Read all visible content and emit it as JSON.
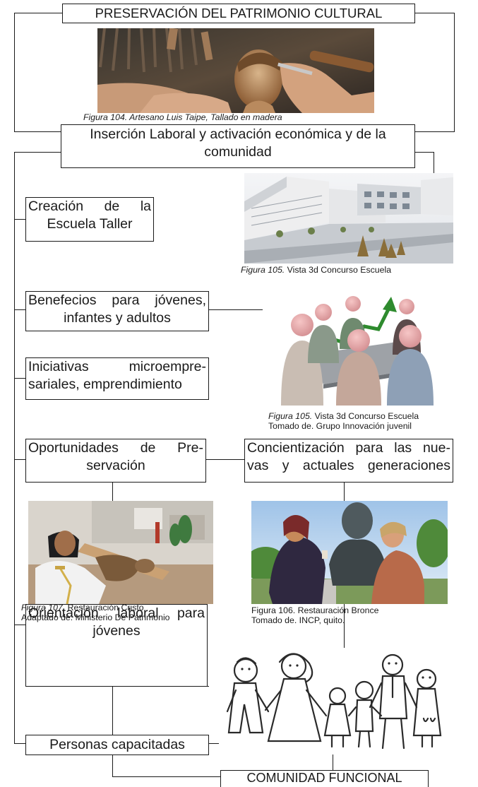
{
  "title_box": "PRESERVACIÓN DEL PATRIMONIO CULTURAL",
  "insercion": {
    "line1": "Inserción Laboral y activación económica y de la",
    "line2": "comunidad"
  },
  "escuela": {
    "line1": "Creación de la",
    "line2": "Escuela Taller"
  },
  "beneficios": {
    "line1": "Benefecios para jóvenes,",
    "line2": "infantes y adultos"
  },
  "iniciativas": {
    "line1": "Iniciativas microempre-",
    "line2": "sariales, emprendimiento"
  },
  "oportunidades": {
    "line1": "Oportunidades de Pre-",
    "line2": "servación"
  },
  "concientizacion": {
    "line1": "Concientización para las nue-",
    "line2": "vas y actuales generaciones"
  },
  "orientacion": {
    "line1": "Orientación laboral para",
    "line2": "jóvenes"
  },
  "personas": "Personas capacitadas",
  "comunidad": "COMUNIDAD FUNCIONAL",
  "captions": {
    "fig104": {
      "label": "Figura 104. Artesano Luis Taipe, Tallado en madera"
    },
    "fig105a": {
      "label": "Figura 105.",
      "rest": " Vista 3d Concurso Escuela"
    },
    "fig105b": {
      "label": "Figura 105.",
      "rest": " Vista 3d Concurso Escuela",
      "line2": "Tomado de. Grupo Innovación juvenil"
    },
    "fig107": {
      "label": "Figura 107",
      "rest": ". Restauración Cristo",
      "line2": "Adaptado de. Ministerio De Patrimonio"
    },
    "fig106": {
      "line1": "Figura 106. Restauración Bronce",
      "line2": "Tomado de. INCP, quito."
    }
  },
  "images": {
    "carving": "wood-carving-photo",
    "school": "school-3d-render",
    "meeting": "growth-meeting-illustration",
    "restoration_christ": "christ-restoration-photo",
    "bronze": "bronze-restoration-photo",
    "family": "family-sketch"
  }
}
